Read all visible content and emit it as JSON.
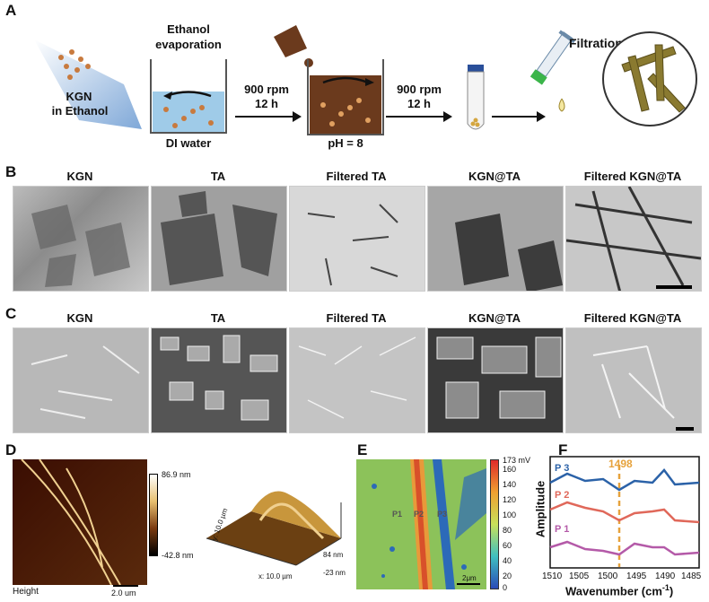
{
  "panels": {
    "A": "A",
    "B": "B",
    "C": "C",
    "D": "D",
    "E": "E",
    "F": "F"
  },
  "panelA": {
    "kgn_label": "KGN",
    "in_ethanol": "in Ethanol",
    "ethanol": "Ethanol",
    "evaporation": "evaporation",
    "di_water": "DI water",
    "rpm1": "900 rpm",
    "time1": "12 h",
    "ph": "pH = 8",
    "rpm2": "900 rpm",
    "time2": "12 h",
    "filtration": "Filtration"
  },
  "panelB": {
    "titles": [
      "KGN",
      "TA",
      "Filtered TA",
      "KGN@TA",
      "Filtered KGN@TA"
    ]
  },
  "panelC": {
    "titles": [
      "KGN",
      "TA",
      "Filtered TA",
      "KGN@TA",
      "Filtered KGN@TA"
    ]
  },
  "panelD": {
    "cbar_top": "86.9 nm",
    "cbar_bottom": "-42.8 nm",
    "height_label": "Height",
    "scale": "2.0 um",
    "y_axis": "y: 10.0 µm",
    "x_axis": "x: 10.0 µm",
    "z_top": "84 nm",
    "z_bottom": "-23 nm"
  },
  "panelE": {
    "cbar_ticks": [
      "173 mV",
      "160",
      "140",
      "120",
      "100",
      "80",
      "60",
      "40",
      "20",
      "0"
    ],
    "p1": "P1",
    "p2": "P2",
    "p3": "P3",
    "scale": "2μm"
  },
  "panelF": {
    "ylabel": "Amplitude",
    "xlabel": "Wavenumber (cm",
    "xlabel_sup": "-1",
    "xlabel_end": ")",
    "xticks": [
      "1510",
      "1505",
      "1500",
      "1495",
      "1490",
      "1485"
    ],
    "marker": "1498",
    "labels": [
      "P 3",
      "P 2",
      "P 1"
    ]
  },
  "colors": {
    "p3": "#2b62a8",
    "p2": "#e0685a",
    "p1": "#b45aa8",
    "marker": "#e6a23c"
  }
}
